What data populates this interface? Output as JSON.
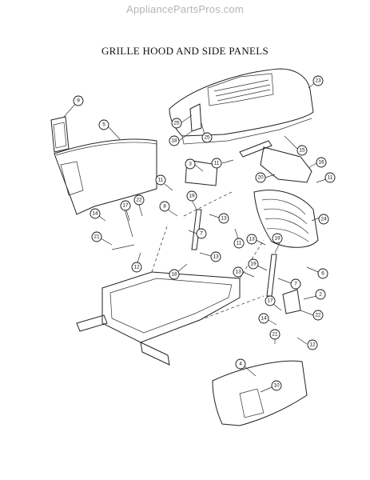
{
  "watermark": "AppliancePartsPros.com",
  "title": "GRILLE HOOD AND SIDE PANELS",
  "callouts": [
    "23",
    "9",
    "5",
    "25",
    "18",
    "25",
    "15",
    "3",
    "11",
    "16",
    "20",
    "11",
    "11",
    "22",
    "19",
    "17",
    "8",
    "13",
    "24",
    "14",
    "7",
    "21",
    "11",
    "13",
    "13",
    "6",
    "19",
    "12",
    "13",
    "18",
    "19",
    "7",
    "2",
    "22",
    "17",
    "14",
    "21",
    "12",
    "4",
    "10"
  ]
}
